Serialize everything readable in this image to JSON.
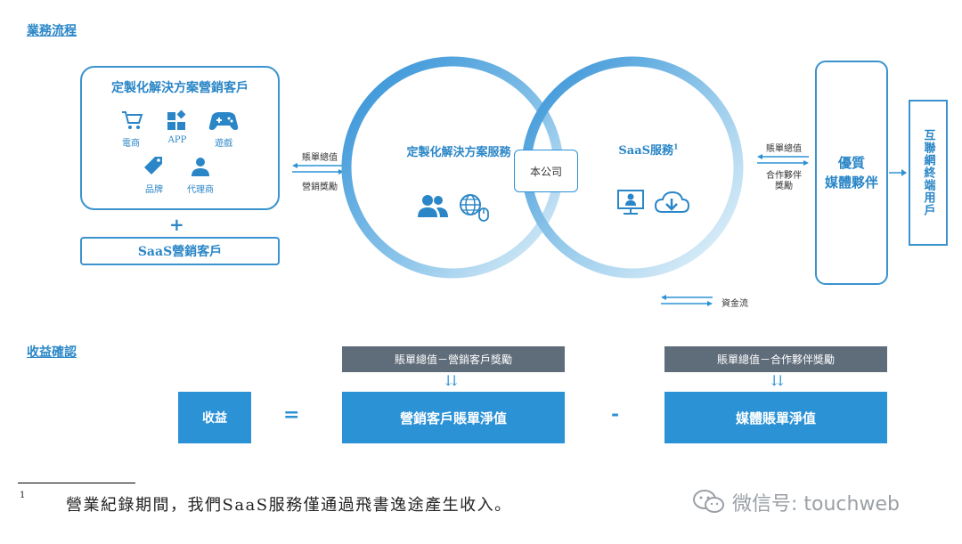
{
  "sections": {
    "process_title": "業務流程",
    "revenue_title": "收益確認"
  },
  "left_box": {
    "title": "定製化解決方案營銷客戶",
    "items": [
      {
        "label": "電商",
        "icon": "cart-icon"
      },
      {
        "label": "APP",
        "icon": "apps-icon"
      },
      {
        "label": "遊戲",
        "icon": "gamepad-icon"
      },
      {
        "label": "品牌",
        "icon": "tag-icon"
      },
      {
        "label": "代理商",
        "icon": "person-icon"
      }
    ],
    "plus": "+",
    "saas_clients": "SaaS營銷客戶"
  },
  "left_flow": {
    "top_label": "賬單總值",
    "bottom_label": "營銷獎勵"
  },
  "circles": {
    "left_title": "定製化解決方案服務",
    "right_title": "SaaS服務",
    "right_title_sup": "1",
    "center_label": "本公司"
  },
  "right_flow": {
    "top_label": "賬單總值",
    "bottom_label_1": "合作夥伴",
    "bottom_label_2": "獎勵"
  },
  "media_box": {
    "line1": "優質",
    "line2": "媒體夥伴"
  },
  "end_users": "互聯網終端用戶",
  "cash_flow_legend": "資金流",
  "revenue": {
    "lhs": "收益",
    "equals": "=",
    "minus": "-",
    "term1_top": "賬單總值－營銷客戶獎勵",
    "term1": "營銷客戶賬單淨值",
    "term2_top": "賬單總值－合作夥伴獎勵",
    "term2": "媒體賬單淨值"
  },
  "footnote": {
    "marker": "1",
    "text": "營業紀錄期間，我們SaaS服務僅通過飛書逸途產生收入。"
  },
  "watermark": "微信号: touchweb",
  "colors": {
    "accent": "#2c92d6",
    "gray": "#5f6c7a"
  }
}
